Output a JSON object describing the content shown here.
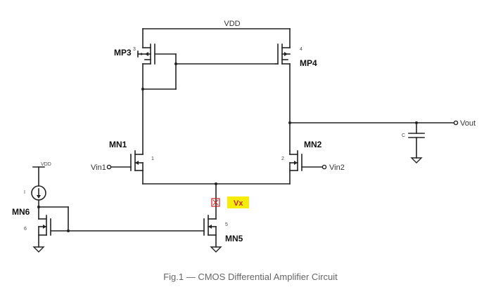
{
  "figure": {
    "caption": "Fig.1 — CMOS Differential Amplifier Circuit"
  },
  "labels": {
    "vdd_top": "VDD",
    "vdd_left": "VDD",
    "mp3": "MP3",
    "mp4": "MP4",
    "mn1": "MN1",
    "mn2": "MN2",
    "mn5": "MN5",
    "mn6": "MN6",
    "vin1": "Vin1",
    "vin2": "Vin2",
    "vout": "Vout",
    "cap": "C",
    "current_src": "I",
    "vx": "Vx"
  },
  "pins": {
    "mp3": "3",
    "mp4": "4",
    "mn1": "1",
    "mn2": "2",
    "mn5": "5",
    "mn6": "6"
  },
  "colors": {
    "wire": "#222222",
    "vx_highlight": "#f5ec0a",
    "probe": "#cc2222"
  },
  "icons": {
    "probe": "probe-icon",
    "ground": "ground-icon",
    "current_source": "current-source-icon"
  }
}
